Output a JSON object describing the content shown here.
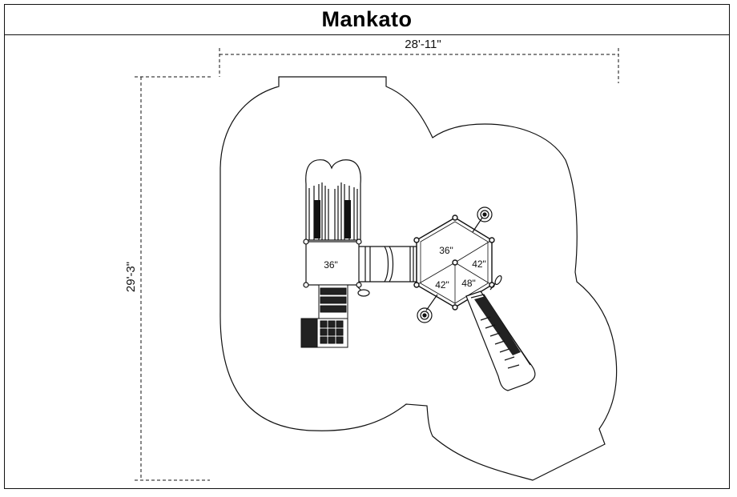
{
  "title": "Mankato",
  "dimensions": {
    "width_label": "28'-11\"",
    "height_label": "29'-3\""
  },
  "deck_heights": {
    "left_deck": "36\"",
    "hex_top": "36\"",
    "hex_right": "42\"",
    "hex_left": "42\"",
    "hex_bottom": "48\""
  },
  "colors": {
    "line": "#111111",
    "background": "#ffffff"
  }
}
